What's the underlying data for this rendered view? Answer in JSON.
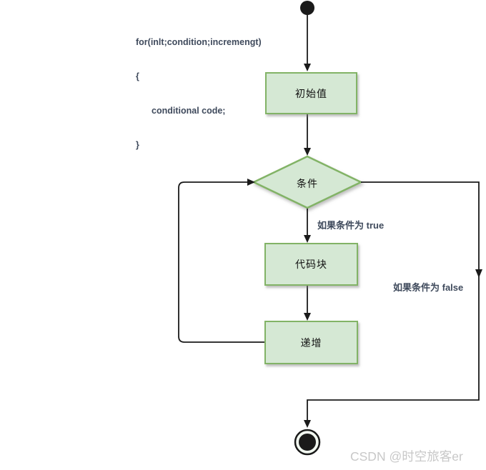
{
  "code_annotation": {
    "lines": [
      "for(inlt;condition;incremengt)",
      "{",
      "conditional code;",
      "}"
    ]
  },
  "nodes": {
    "init": {
      "label": "初始值"
    },
    "condition": {
      "label": "条件"
    },
    "code_block": {
      "label": "代码块"
    },
    "increment": {
      "label": "递增"
    }
  },
  "edge_labels": {
    "true_branch": "如果条件为 true",
    "false_branch": "如果条件为 false"
  },
  "watermark": "CSDN @时空旅客er",
  "colors": {
    "node_fill": "#d5e8d4",
    "node_border": "#82b366",
    "edge_line": "#1a1a1a",
    "annotation_text": "#3f4a5c",
    "watermark_text": "#c8c8c8"
  }
}
